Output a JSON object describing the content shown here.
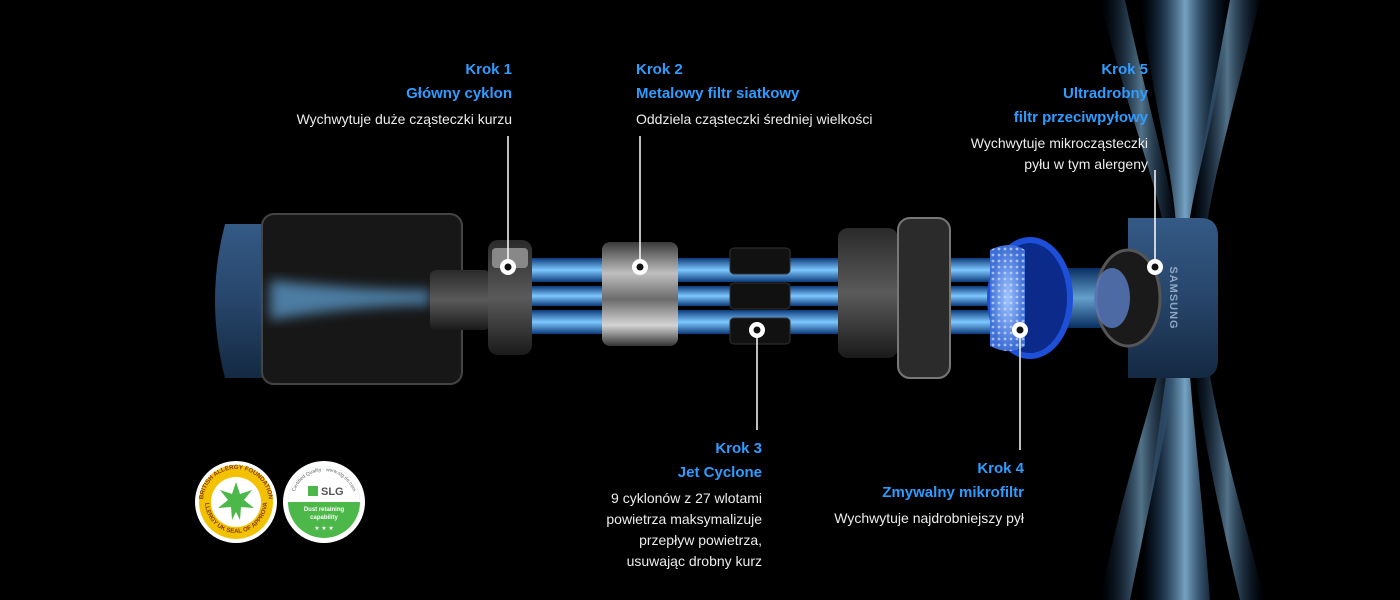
{
  "steps": [
    {
      "num": "Krok 1",
      "title": "Główny cyklon",
      "desc": "Wychwytuje duże cząsteczki kurzu"
    },
    {
      "num": "Krok 2",
      "title": "Metalowy filtr siatkowy",
      "desc": "Oddziela cząsteczki średniej wielkości"
    },
    {
      "num": "Krok 3",
      "title": "Jet Cyclone",
      "desc_lines": [
        "9 cyklonów z 27 wlotami",
        "powietrza maksymalizuje",
        "przepływ powietrza,",
        "usuwając drobny kurz"
      ]
    },
    {
      "num": "Krok 4",
      "title": "Zmywalny mikrofiltr",
      "desc": "Wychwytuje najdrobniejszy pył"
    },
    {
      "num": "Krok 5",
      "title_lines": [
        "Ultradrobny",
        "filtr przeciwpyłowy"
      ],
      "desc_lines": [
        "Wychwytuje mikrocząsteczki",
        "pyłu w tym alergeny"
      ]
    }
  ],
  "badges": {
    "allergy": {
      "top_text": "BRITISH ALLERGY FOUNDATION",
      "bottom_text": "ALLERGY UK SEAL OF APPROVAL"
    },
    "slg": {
      "ring_text": "Certified Quality · www.slg.de.com",
      "logo": "SLG",
      "caption_lines": [
        "Dust retaining",
        "capability"
      ]
    }
  },
  "brand": {
    "name": "SAMSUNG"
  },
  "colors": {
    "background": "#000000",
    "accent": "#2f9cff",
    "text": "#ededed",
    "airflow": "#3aa0ff",
    "body_navy": "#27456a",
    "badge_yellow": "#f2c200",
    "badge_green": "#4db84a"
  }
}
